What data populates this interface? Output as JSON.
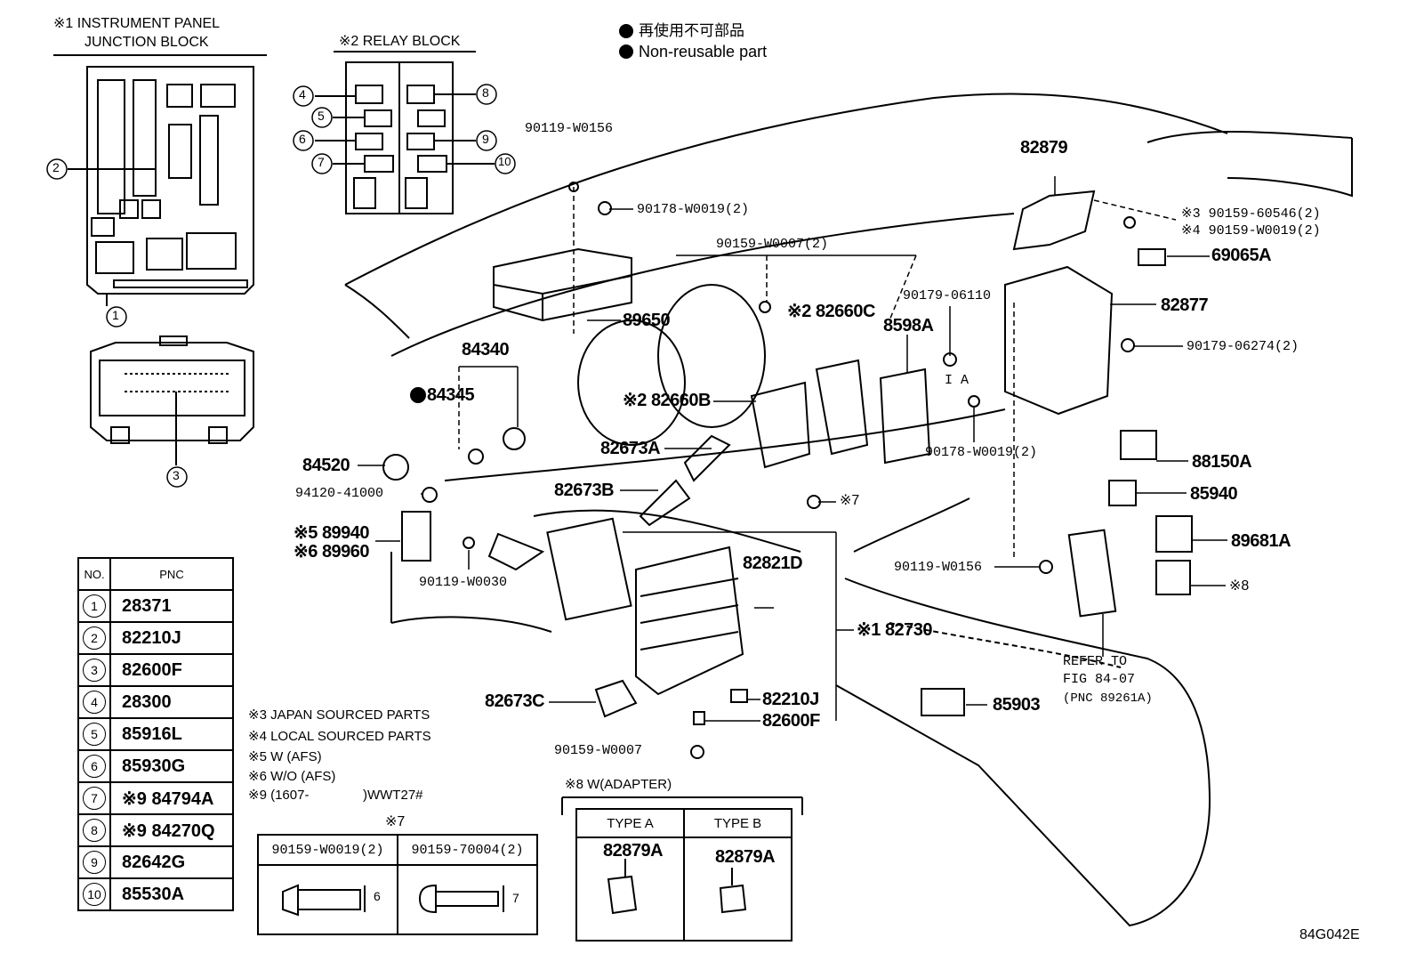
{
  "legend": {
    "jp": "再使用不可部品",
    "en": "Non-reusable part"
  },
  "headers": {
    "ip_junction_line1": "※1 INSTRUMENT PANEL",
    "ip_junction_line2": "JUNCTION BLOCK",
    "relay_block": "※2 RELAY BLOCK"
  },
  "callouts": {
    "c1": "1",
    "c2": "2",
    "c3": "3",
    "c4": "4",
    "c5": "5",
    "c6": "6",
    "c7": "7",
    "c8": "8",
    "c9": "9",
    "c10": "10"
  },
  "parts": {
    "p90119_W0156_top": "90119-W0156",
    "p90178_W0019_top": "90178-W0019(2)",
    "p90159_W0007_2": "90159-W0007(2)",
    "p89650": "89650",
    "p84340": "84340",
    "p84345": "84345",
    "p84520": "84520",
    "p94120": "94120-41000",
    "p89940": "※5 89940",
    "p89960": "※6 89960",
    "p90119_W0030": "90119-W0030",
    "p82660C": "※2 82660C",
    "p82660B": "※2 82660B",
    "p90179_06110": "90179-06110",
    "p8598A": "8598A",
    "p82673A": "82673A",
    "p82673B": "82673B",
    "p90178_W0019_mid": "90178-W0019(2)",
    "p7_mark": "※7",
    "p82821D": "82821D",
    "p82730": "※1 82730",
    "p82673C": "82673C",
    "p82210J": "82210J",
    "p82600F": "82600F",
    "p90159_W0007": "90159-W0007",
    "p85903": "85903",
    "p82879": "82879",
    "p90159_60546": "※3 90159-60546(2)",
    "p90159_W0019": "※4 90159-W0019(2)",
    "p69065A": "69065A",
    "p82877": "82877",
    "p90179_06274": "90179-06274(2)",
    "pIA": "I A",
    "p88150A": "88150A",
    "p85940": "85940",
    "p89681A": "89681A",
    "p8_mark": "※8",
    "p90119_W0156_mid": "90119-W0156",
    "refer1": "REFER TO",
    "refer2": "FIG 84-07",
    "refer3": "(PNC 89261A)"
  },
  "notes": {
    "n3": "※3 JAPAN SOURCED PARTS",
    "n4": "※4 LOCAL SOURCED PARTS",
    "n5": "※5 W (AFS)",
    "n6": "※6 W/O (AFS)",
    "n9a": "※9 (1607-",
    "n9b": ")WWT27#"
  },
  "pnc_table": {
    "header_no": "NO.",
    "header_pnc": "PNC",
    "rows": [
      {
        "no": "1",
        "pnc": "28371"
      },
      {
        "no": "2",
        "pnc": "82210J"
      },
      {
        "no": "3",
        "pnc": "82600F"
      },
      {
        "no": "4",
        "pnc": "28300"
      },
      {
        "no": "5",
        "pnc": "85916L"
      },
      {
        "no": "6",
        "pnc": "85930G"
      },
      {
        "no": "7",
        "pnc": "※9 84794A"
      },
      {
        "no": "8",
        "pnc": "※9 84270Q"
      },
      {
        "no": "9",
        "pnc": "82642G"
      },
      {
        "no": "10",
        "pnc": "85530A"
      }
    ]
  },
  "fastener_table": {
    "title": "※7",
    "col1": "90159-W0019(2)",
    "col2": "90159-70004(2)",
    "dim1": "6",
    "dim2": "7"
  },
  "adapter_table": {
    "title": "※8  W(ADAPTER)",
    "col1": "TYPE A",
    "col2": "TYPE B",
    "part1": "82879A",
    "part2": "82879A"
  },
  "figure_id": "84G042E"
}
